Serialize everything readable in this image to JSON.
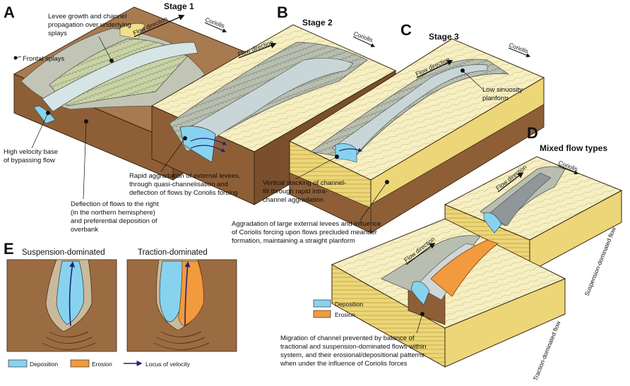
{
  "panels": {
    "a": {
      "letter": "A",
      "stage": "Stage 1",
      "flow": "Flow direction",
      "coriolis": "Coriolis",
      "notes": {
        "levee_1": "Levee growth and channel",
        "levee_2": "propagation over underlying",
        "levee_3": "splays",
        "frontal": "Frontal splays",
        "high_1": "High velocity base",
        "high_2": "of bypassing flow",
        "defl_1": "Deflection of flows to the right",
        "defl_2": "(in the northern hemisphere)",
        "defl_3": "and preferential deposition of",
        "defl_4": "overbank"
      }
    },
    "b": {
      "letter": "B",
      "stage": "Stage 2",
      "flow": "Flow direction",
      "coriolis": "Coriolis",
      "notes": {
        "rapid_1": "Rapid aggradation of external levees,",
        "rapid_2": "through quasi-channelisation and",
        "rapid_3": "deflection of flows by Coriolis forcing"
      }
    },
    "c": {
      "letter": "C",
      "stage": "Stage 3",
      "flow": "Flow direction",
      "coriolis": "Coriolis",
      "notes": {
        "low_1": "Low sinuosity",
        "low_2": "planform",
        "vert_1": "Vertical stacking of channel-",
        "vert_2": "fill through rapid intra-",
        "vert_3": "channel aggradation",
        "aggr_1": "Aggradation of large external levees and influence",
        "aggr_2": "of Coriolis forcing upon flows precluded meander",
        "aggr_3": "formation, maintaining a straight planform"
      }
    },
    "d": {
      "letter": "D",
      "title": "Mixed flow types",
      "flow_upper": "Flow direction",
      "flow_lower": "Flow direction",
      "coriolis": "Coriolis",
      "suspension_side": "Suspension-dominated flow",
      "traction_side": "Traction-dominated flow",
      "legend": {
        "deposition": "Deposition",
        "erosion": "Erosion"
      },
      "notes": {
        "mig_1": "Migration of channel prevented by balance of",
        "mig_2": "tractional and suspension-dominated flows within",
        "mig_3": "system, and their erosional/depositional patterns",
        "mig_4": "when under the influence of Coriolis forces"
      }
    },
    "e": {
      "letter": "E",
      "suspension": "Suspension-dominated",
      "traction": "Traction-dominated",
      "legend": {
        "deposition": "Deposition",
        "erosion": "Erosion",
        "velocity": "Locus of velocity"
      }
    }
  },
  "colors": {
    "sediment": "#9b6b42",
    "sediment_dark": "#7a4f2c",
    "sand": "#f6efc3",
    "levee": "#bfc5b4",
    "deposition": "#87d3ef",
    "erosion": "#f29a3e",
    "arrow": "#22227a"
  }
}
